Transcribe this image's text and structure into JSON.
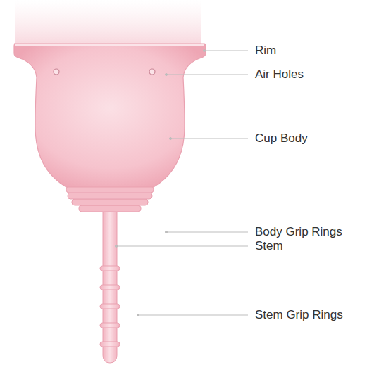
{
  "diagram": {
    "labels": [
      "Rim",
      "Air Holes",
      "Cup Body",
      "Body Grip Rings",
      "Stem",
      "Stem Grip Rings"
    ]
  }
}
